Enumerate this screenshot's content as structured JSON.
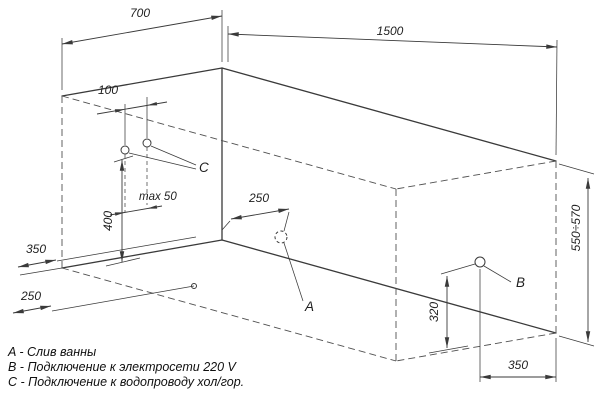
{
  "title": "Bathtub installation dimensions diagram",
  "dims": {
    "top_width": "700",
    "top_length": "1500",
    "pipe_spacing": "100",
    "pipe_wall_max": "max 50",
    "drain_from_corner": "250",
    "pipe_height": "400",
    "left_side_350": "350",
    "left_side_250": "250",
    "outlet_height": "320",
    "outlet_from_edge": "350",
    "tub_height": "550÷570"
  },
  "point_labels": {
    "a": "A",
    "b": "B",
    "c": "C"
  },
  "legend": {
    "a": "A - Слив ванны",
    "b": "B - Подключение к электросети 220 V",
    "c": "C - Подключение к водопроводу хол/гор."
  },
  "colors": {
    "line": "#3a3a3a",
    "background": "#ffffff"
  }
}
